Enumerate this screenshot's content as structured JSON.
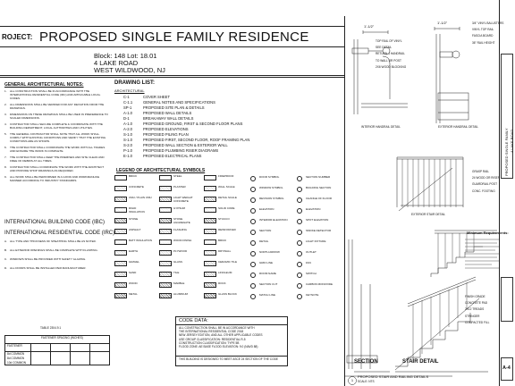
{
  "project": {
    "label": "ROJECT:",
    "title": "PROPOSED SINGLE FAMILY RESIDENCE",
    "block_lot": "Block: 148  Lot: 18.01",
    "address1": "4 LAKE ROAD",
    "address2": "WEST WILDWOOD, NJ"
  },
  "general_notes": {
    "heading": "GENERAL ARCHITECTURAL NOTES:",
    "items": [
      "ALL CONSTRUCTION SHALL BE IN ACCORDANCE WITH THE INTERNATIONAL RESIDENTIAL CODE (IRC) AND APPLICABLE LOCAL CODES.",
      "ALL DIMENSIONS SHALL BE VERIFIED FOR ANY DEVIATION FROM THE DRAWINGS.",
      "DIMENSIONS ON THESE DRAWINGS SHALL BE USED IN PREFERENCE TO SCALED DIMENSIONS.",
      "CONTRACTOR SHALL SECURE COMPLETE & COORDINATE WITH THE BUILDING DEPARTMENT, LOCAL AUTHORITIES AND UTILITIES.",
      "THE GENERAL CONTRACTOR SHALL NOTE THAT ALL WORK SHALL COMPLY WITH EXISTING CONDITIONS AND VERIFY THAT THE EXISTING CONDITIONS ARE AS SHOWN.",
      "THE CONTRACTOR SHALL COORDINATE THE WORK WITH ALL TRADES AND ENSURE THE WORK IS COMPLETE.",
      "THE CONTRACTOR SHALL KEEP THE PREMISES AND SITE CLEAN AND FREE OF DEBRIS AT ALL TIMES.",
      "CONTRACTOR SHALL COORDINATE THE WORK WITH THE ARCHITECT AND PROVIDE SHOP DRAWINGS AS REQUIRED.",
      "ALL WORK SHALL BE PERFORMED IN A GOOD AND WORKMANLIKE MANNER ACCORDING TO INDUSTRY STANDARDS."
    ]
  },
  "ibc": {
    "heading": "INTERNATIONAL BUILDING CODE (IBC)",
    "heading2": "INTERNATIONAL RESIDENTIAL CODE (IRC)",
    "items": [
      "ALL TYPE AND THICKNESS OF SHEATHING SHALL BE AS NOTED.",
      "ALL EXTERIOR OPENINGS SHALL BE COMPLETE WITH FLASHING.",
      "WINDOWS SHALL BE PROVIDED WITH SAFETY GLAZING.",
      "ALL DOORS SHALL BE INSTALLED PER MANUFACTURER."
    ]
  },
  "fastener": {
    "heading": "TABLE 2304.9.1",
    "subheading": "FASTENER SPACING (INCHES)",
    "col1": "FASTENER",
    "rows": [
      "8d COMMON",
      "8d COMMON",
      "10d COMMON"
    ]
  },
  "drawing_list": {
    "heading": "DRAWING LIST:",
    "sub": "ARCHITECTURAL",
    "items": [
      {
        "num": "C-1",
        "name": "COVER SHEET"
      },
      {
        "num": "C-1.1",
        "name": "GENERAL NOTES AND SPECIFICATIONS"
      },
      {
        "num": "SP-1",
        "name": "PROPOSED SITE PLAN & DETAILS"
      },
      {
        "num": "A-1.0",
        "name": "PROPOSED WALL DETAILS"
      },
      {
        "num": "D-1",
        "name": "BREAKAWAY WALL DETAILS"
      },
      {
        "num": "A-1.0",
        "name": "PROPOSED GROUND, FIRST & SECOND FLOOR PLANS"
      },
      {
        "num": "A-2.0",
        "name": "PROPOSED ELEVATIONS"
      },
      {
        "num": "S-1.0",
        "name": "PROPOSED PILING PLAN"
      },
      {
        "num": "S-1.0",
        "name": "PROPOSED FIRST, SECOND FLOOR, ROOF FRAMING PLAN"
      },
      {
        "num": "S-2.0",
        "name": "PROPOSED WALL SECTION & EXTERIOR WALL"
      },
      {
        "num": "P-1.0",
        "name": "PROPOSED PLUMBING RISER DIAGRAMS"
      },
      {
        "num": "E-1.0",
        "name": "PROPOSED ELECTRICAL PLANS"
      }
    ]
  },
  "legend": {
    "heading": "LEGEND OF ARCHITECTURAL SYMBOLS",
    "materials": [
      "BRICK",
      "CONCRETE",
      "CMU / PLAIN CMU",
      "RIGID INSULATION",
      "STONE",
      "ASPHALT",
      "BATT INSULATION",
      "EARTH",
      "GRAVEL",
      "SAND",
      "WOOD",
      "METAL"
    ],
    "materials2": [
      "STEEL",
      "PLASTER",
      "LIGHT WEIGHT CONCRETE",
      "GYPSUM",
      "STONE AGGREGATE",
      "FLASHING",
      "WOOD FINISH",
      "PLYWOOD",
      "GLASS",
      "TILE",
      "MARBLE",
      "ALUMINUM"
    ],
    "materials3": [
      "FIREPROOF",
      "WALL SCALE",
      "DETAIL SCALE",
      "SOLID CORE",
      "STUCCO",
      "REINFORCED",
      "BRICK",
      "DRYWALL",
      "CERAMIC TILE",
      "LINOLEUM",
      "ROCK",
      "GLASS BLOCK"
    ],
    "symbols": [
      "DOOR SYMBOL",
      "WINDOW SYMBOL",
      "REVISION SYMBOL",
      "ELEVATION",
      "INTERIOR ELEVATION",
      "SECTION",
      "DETAIL",
      "NORTH ARROW",
      "GRID LINE",
      "ROOM NAME",
      "SECTION CUT",
      "MATCH LINE"
    ],
    "symbols2": [
      "SECTION NUMBER",
      "BUILDING SECTION",
      "CHANGE OF FLOOR",
      "ELEVATION",
      "SPOT ELEVATION",
      "SMOKE DETECTOR",
      "LIGHT FIXTURE",
      "OUTLET",
      "FAN",
      "SWITCH",
      "CARBON MONOXIDE",
      "KEYNOTE"
    ]
  },
  "code_data": {
    "heading": "CODE DATA:",
    "lines": [
      "ALL CONSTRUCTION SHALL BE IN ACCORDANCE WITH",
      "THE INTERNATIONAL RESIDENTIAL CODE 2018",
      "NEW JERSEY EDITION, AND ALL OTHER APPLICABLE CODES",
      "USE GROUP CLASSIFICATION: RESIDENTIAL R-5",
      "CONSTRUCTION CLASSIFICATION: TYPE 5B",
      "FLOOD ZONE: AE  BASE FLOOD ELEVATION: 9.0 (NAVD 88)"
    ],
    "note": "THIS BUILDING IS DESIGNED TO MEET ASCE 24 SECTION OF THE CODE"
  },
  "details": {
    "dim1": "1'-1/2\"",
    "dim2": "1'-1/2\"",
    "interior_handrail": "INTERIOR HANDRAIL DETAIL",
    "exterior_handrail": "EXTERIOR HANDRAIL DETAIL",
    "exterior_stair": "EXTERIOR STAIR DETAIL",
    "min_req": "Minimum Requirements:",
    "section": "SECTION",
    "stair_detail": "STAIR DETAIL",
    "footer_title": "PROPOSED STAIR AND RAILING DETAILS",
    "footer_num": "1",
    "scale": "SCALE: NTS",
    "notes_top": [
      "TOP RAIL OF VINYL",
      "SEE DETAIL",
      "RETURN 4 HANDRAIL",
      "TO WALL OR POST",
      "2X6 WOOD BLOCKING"
    ],
    "notes_mid": [
      "3/4\" VINYL BALUSTERS",
      "VINYL TOP RAIL",
      "FASCIA BOARD",
      "36\" RAIL HEIGHT"
    ],
    "notes_low": [
      "GRASP RAIL",
      "24 WOOD OR RISER",
      "GUARDRAIL POST",
      "CONC. FOOTING"
    ],
    "notes_bottom": [
      "FINISH GRADE",
      "CONCRETE PAD",
      "2X12 TREADS",
      "STRINGER",
      "COMPACTED FILL"
    ]
  },
  "titleblock": {
    "line1": "PROPOSED SINGLE FAMILY",
    "line2": "4 LAKE ROAD",
    "sheet": "A-4"
  }
}
